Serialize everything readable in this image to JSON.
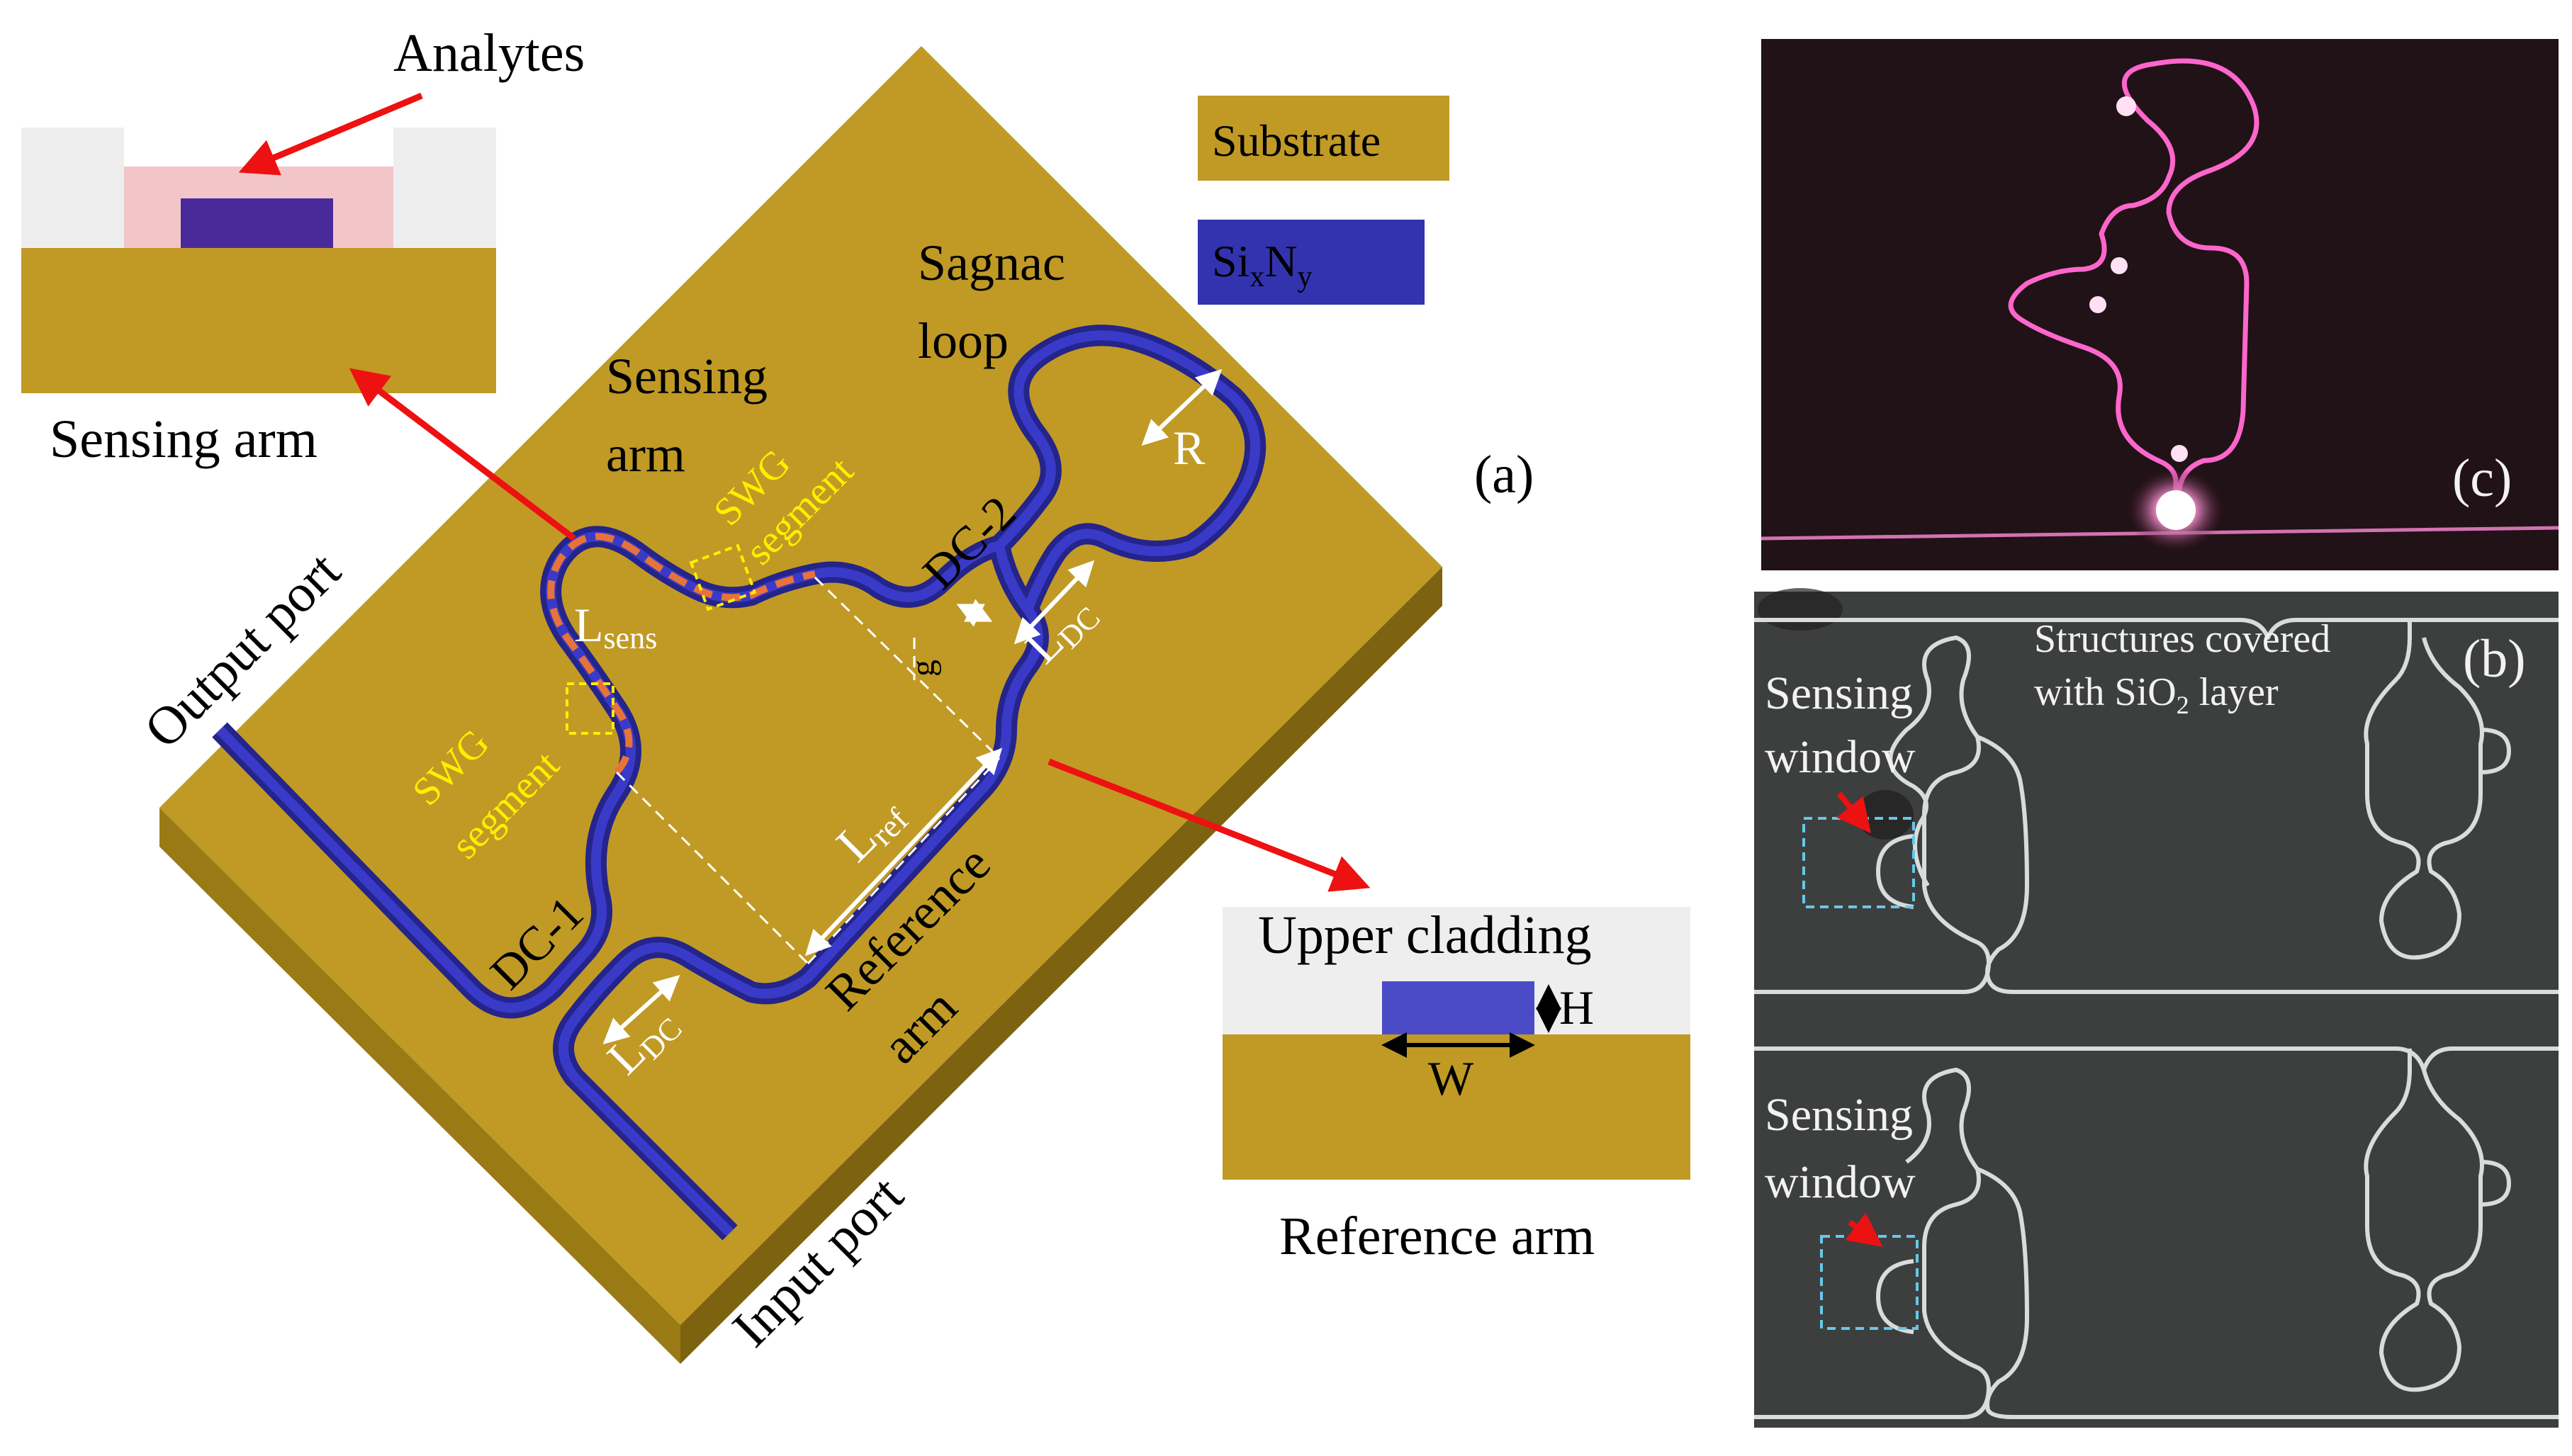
{
  "panel_a": {
    "label": "(a)",
    "legend": {
      "substrate": "Substrate",
      "sixny": {
        "base1": "Si",
        "sub1": "x",
        "base2": "N",
        "sub2": "y"
      },
      "colors": {
        "substrate": "#c09a25",
        "waveguide": "#3333b0"
      }
    },
    "ports": {
      "output": "Output port",
      "input": "Input port"
    },
    "labels": {
      "sagnac_line1": "Sagnac",
      "sagnac_line2": "loop",
      "sensing_line1": "Sensing",
      "sensing_line2": "arm",
      "swg_top_line1": "SWG",
      "swg_top_line2": "segment",
      "swg_left_line1": "SWG",
      "swg_left_line2": "segment",
      "dc1": "DC-1",
      "dc2": "DC-2",
      "reference_line1": "Reference",
      "reference_line2": "arm",
      "radius": "R",
      "gap": "g",
      "l_sens": {
        "base": "L",
        "sub": "sens"
      },
      "l_ref": {
        "base": "L",
        "sub": "ref"
      },
      "l_dc_top": {
        "base": "L",
        "sub": "DC"
      },
      "l_dc_bottom": {
        "base": "L",
        "sub": "DC"
      }
    },
    "insets": {
      "sensing": {
        "title": "Analytes",
        "caption": "Sensing arm"
      },
      "reference": {
        "title": "Upper cladding",
        "height": "H",
        "width": "W",
        "caption": "Reference arm"
      }
    }
  },
  "panel_b": {
    "label": "(b)",
    "note_line1": "Structures covered",
    "note_line2_pre": "with SiO",
    "note_line2_sub": "2",
    "note_line2_post": " layer",
    "window_top": {
      "line1": "Sensing",
      "line2": "window"
    },
    "window_bottom": {
      "line1": "Sensing",
      "line2": "window"
    }
  },
  "panel_c": {
    "label": "(c)"
  }
}
